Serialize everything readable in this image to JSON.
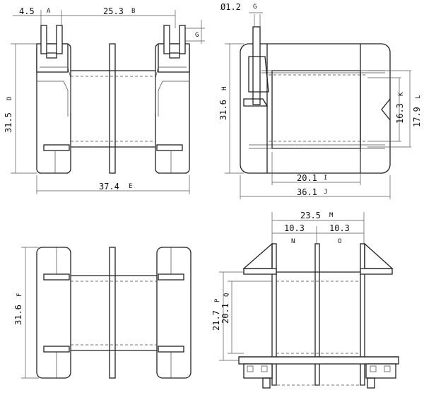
{
  "dimensions": {
    "a": {
      "value": "4.5",
      "tag": "A"
    },
    "b": {
      "value": "25.3",
      "tag": "B"
    },
    "c": {
      "value": "Ø1.2",
      "tag": "G"
    },
    "d": {
      "value": "31.5",
      "tag": "D"
    },
    "e": {
      "value": "37.4",
      "tag": "E"
    },
    "h": {
      "value": "31.6",
      "tag": "H"
    },
    "k": {
      "value": "16.3",
      "tag": "K"
    },
    "l": {
      "value": "17.9",
      "tag": "L"
    },
    "i": {
      "value": "20.1",
      "tag": "I"
    },
    "j": {
      "value": "36.1",
      "tag": "J"
    },
    "f": {
      "value": "31.6",
      "tag": "F"
    },
    "m": {
      "value": "23.5",
      "tag": "M"
    },
    "n": {
      "value": "10.3",
      "tag": "N"
    },
    "o": {
      "value": "10.3",
      "tag": "O"
    },
    "p": {
      "value": "21.7",
      "tag": "P"
    },
    "q": {
      "value": "20.1",
      "tag": "Q"
    },
    "side_tag": "G"
  }
}
